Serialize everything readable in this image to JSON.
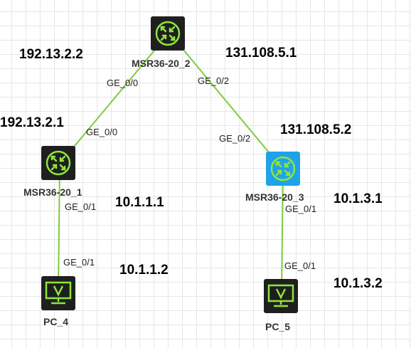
{
  "colors": {
    "link": "#7ccc3e",
    "device_dark": "#1f1f1f",
    "device_selected": "#1fa3e8",
    "icon_green": "#8fe53a"
  },
  "devices": {
    "r2": {
      "name": "MSR36-20_2",
      "icon": "router-icon"
    },
    "r1": {
      "name": "MSR36-20_1",
      "icon": "router-icon"
    },
    "r3": {
      "name": "MSR36-20_3",
      "icon": "router-icon"
    },
    "pc4": {
      "name": "PC_4",
      "icon": "pc-monitor-icon"
    },
    "pc5": {
      "name": "PC_5",
      "icon": "pc-monitor-icon"
    }
  },
  "ports": {
    "r2_ge00": "GE_0/0",
    "r1_ge00": "GE_0/0",
    "r2_ge02": "GE_0/2",
    "r3_ge02": "GE_0/2",
    "r1_ge01": "GE_0/1",
    "pc4_ge01": "GE_0/1",
    "r3_ge01": "GE_0/1",
    "pc5_ge01": "GE_0/1"
  },
  "addresses": {
    "r2_left": "192.13.2.2",
    "r1_top": "192.13.2.1",
    "r2_right": "131.108.5.1",
    "r3_top": "131.108.5.2",
    "r1_bottom": "10.1.1.1",
    "pc4": "10.1.1.2",
    "r3_bottom": "10.1.3.1",
    "pc5": "10.1.3.2"
  }
}
